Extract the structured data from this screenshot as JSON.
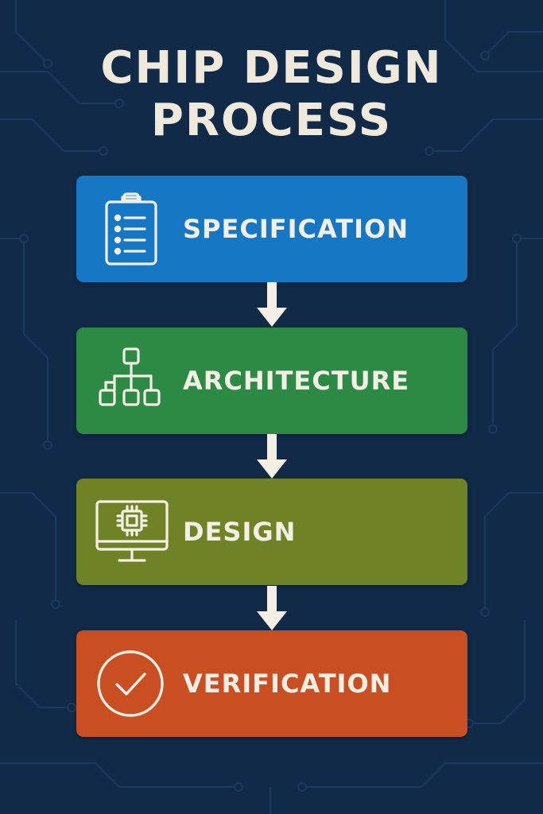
{
  "title": {
    "line1": "CHIP DESIGN",
    "line2": "PROCESS"
  },
  "steps": [
    {
      "label": "SPECIFICATION",
      "icon": "clipboard-checklist-icon",
      "color": "#1677c4"
    },
    {
      "label": "ARCHITECTURE",
      "icon": "hierarchy-diagram-icon",
      "color": "#2c8a45"
    },
    {
      "label": "DESIGN",
      "icon": "monitor-chip-icon",
      "color": "#6f8226"
    },
    {
      "label": "VERIFICATION",
      "icon": "check-circle-icon",
      "color": "#c94f22"
    }
  ],
  "colors": {
    "background": "#112a47",
    "text": "#efe9dc",
    "arrow": "#f3efe4"
  }
}
